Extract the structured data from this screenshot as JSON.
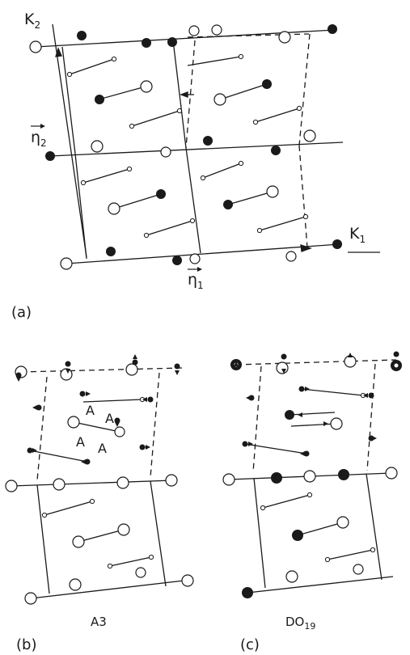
{
  "panels": {
    "a": {
      "caption": "(a)",
      "labels": {
        "k2": "K",
        "k2_sub": "2",
        "k1": "K",
        "k1_sub": "1",
        "n2": "η",
        "n2_sub": "2",
        "n1": "η",
        "n1_sub": "1"
      }
    },
    "b": {
      "caption": "(b)",
      "structure": "A3",
      "site_label": "A"
    },
    "c": {
      "caption": "(c)",
      "structure": "DO",
      "structure_sub": "19"
    }
  },
  "colors": {
    "ink": "#1a1a1a",
    "paper": "#ffffff"
  }
}
